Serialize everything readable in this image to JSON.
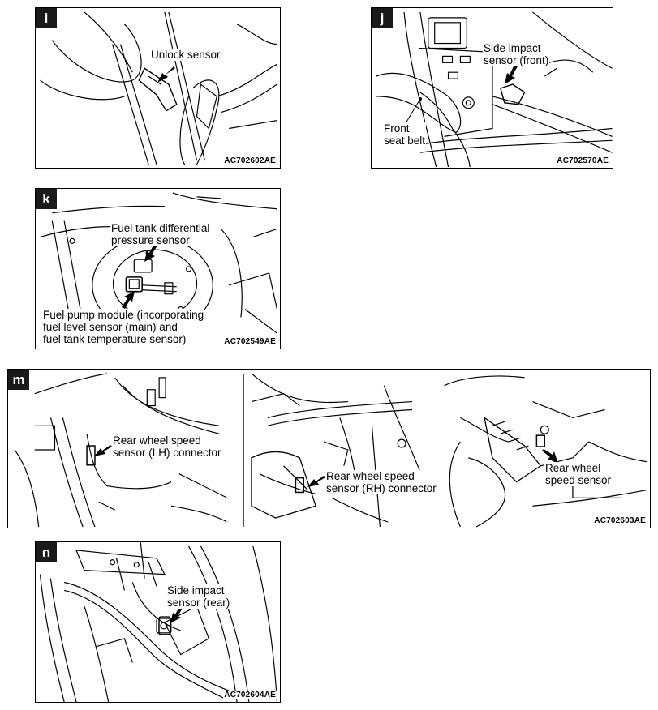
{
  "panels": {
    "i": {
      "tag": "i",
      "label": "Unlock sensor",
      "code": "AC702602AE"
    },
    "j": {
      "tag": "j",
      "label_sensor": "Side impact\nsensor (front)",
      "label_belt": "Front\nseat belt",
      "code": "AC702570AE"
    },
    "k": {
      "tag": "k",
      "label_top": "Fuel tank differential\npressure sensor",
      "label_bottom": "Fuel pump module (incorporating\nfuel level sensor (main) and\nfuel tank temperature sensor)",
      "code": "AC702549AE"
    },
    "m": {
      "tag": "m",
      "label_lh": "Rear wheel speed\nsensor (LH) connector",
      "label_rh": "Rear wheel speed\nsensor (RH) connector",
      "label_sensor": "Rear wheel\nspeed sensor",
      "code": "AC702603AE"
    },
    "n": {
      "tag": "n",
      "label": "Side impact\nsensor (rear)",
      "code": "AC702604AE"
    }
  }
}
